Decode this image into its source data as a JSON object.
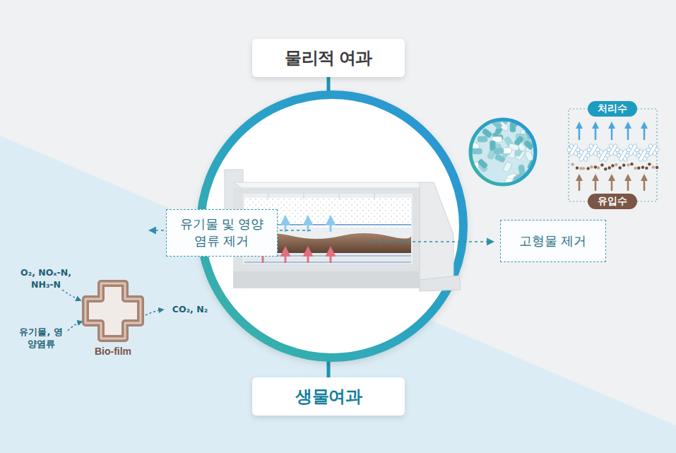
{
  "diagram": {
    "nodes": [
      {
        "text": [
          "물리적 여과"
        ]
      },
      {
        "text": [
          "처리수"
        ]
      },
      {
        "text": [
          "유입수"
        ]
      },
      {
        "text": [
          "유기물 및 영양염류 제거"
        ]
      },
      {
        "text": [
          "고형물 제거"
        ]
      },
      {
        "text": [
          "Bio-film"
        ]
      },
      {
        "text": [
          "생물여과"
        ]
      }
    ],
    "labels": [
      "O₂, NOₓ-N, NH₃-N",
      "유기물, 영양염류",
      "CO₂, N₂"
    ]
  }
}
